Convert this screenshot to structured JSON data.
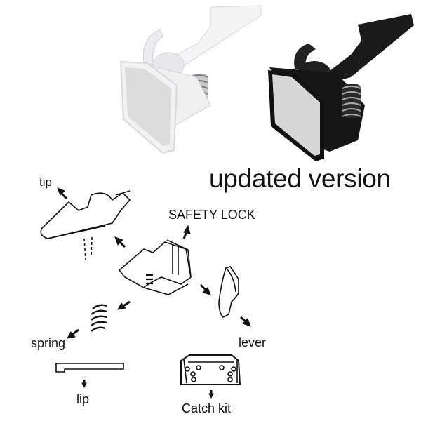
{
  "headline": "updated version",
  "products": [
    {
      "name": "white-safety-lock",
      "color": "#f2f2f4",
      "pad_color": "#dcdcdc"
    },
    {
      "name": "black-safety-lock",
      "color": "#1a1a1a",
      "pad_color": "#d8d8d8"
    }
  ],
  "diagram": {
    "title": "SAFETY LOCK",
    "parts": [
      {
        "id": "tip",
        "label": "tip"
      },
      {
        "id": "spring",
        "label": "spring"
      },
      {
        "id": "lever",
        "label": "lever"
      },
      {
        "id": "lip",
        "label": "lip"
      },
      {
        "id": "catch-kit",
        "label": "Catch kit"
      }
    ]
  }
}
